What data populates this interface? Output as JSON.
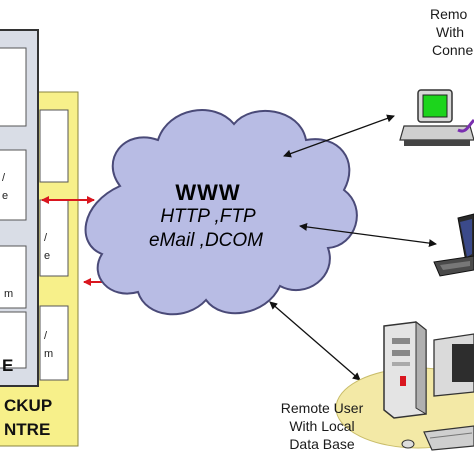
{
  "colors": {
    "backup_fill": "#f7f08a",
    "server_panel_fill": "#d9dde6",
    "cloud_fill": "#b8bce4",
    "accent_red": "#d9161f",
    "arrow_black": "#111111",
    "ground_fill": "#f3e9a6",
    "monitor_screen": "#1cd41c"
  },
  "cloud": {
    "title": "WWW",
    "line1": "HTTP ,FTP",
    "line2": "eMail ,DCOM"
  },
  "backup_centre": {
    "line1": "CKUP",
    "line2": "NTRE"
  },
  "server_panel": {
    "letter": "E",
    "slots": [
      {
        "line1": "",
        "line2": ""
      },
      {
        "line1": "/",
        "line2": "e"
      },
      {
        "line1": "/",
        "line2": "e"
      },
      {
        "line1": "",
        "line2": "m"
      },
      {
        "line1": "/",
        "line2": "m"
      }
    ]
  },
  "remote_top": {
    "line1": "Remo",
    "line2": "With",
    "line3": "Conne"
  },
  "remote_local": {
    "line1": "Remote User",
    "line2": "With Local",
    "line3": "Data Base"
  },
  "icons": [
    "desktop-computer-icon",
    "laptop-icon",
    "tower-server-workstation-icon",
    "cloud-icon"
  ]
}
